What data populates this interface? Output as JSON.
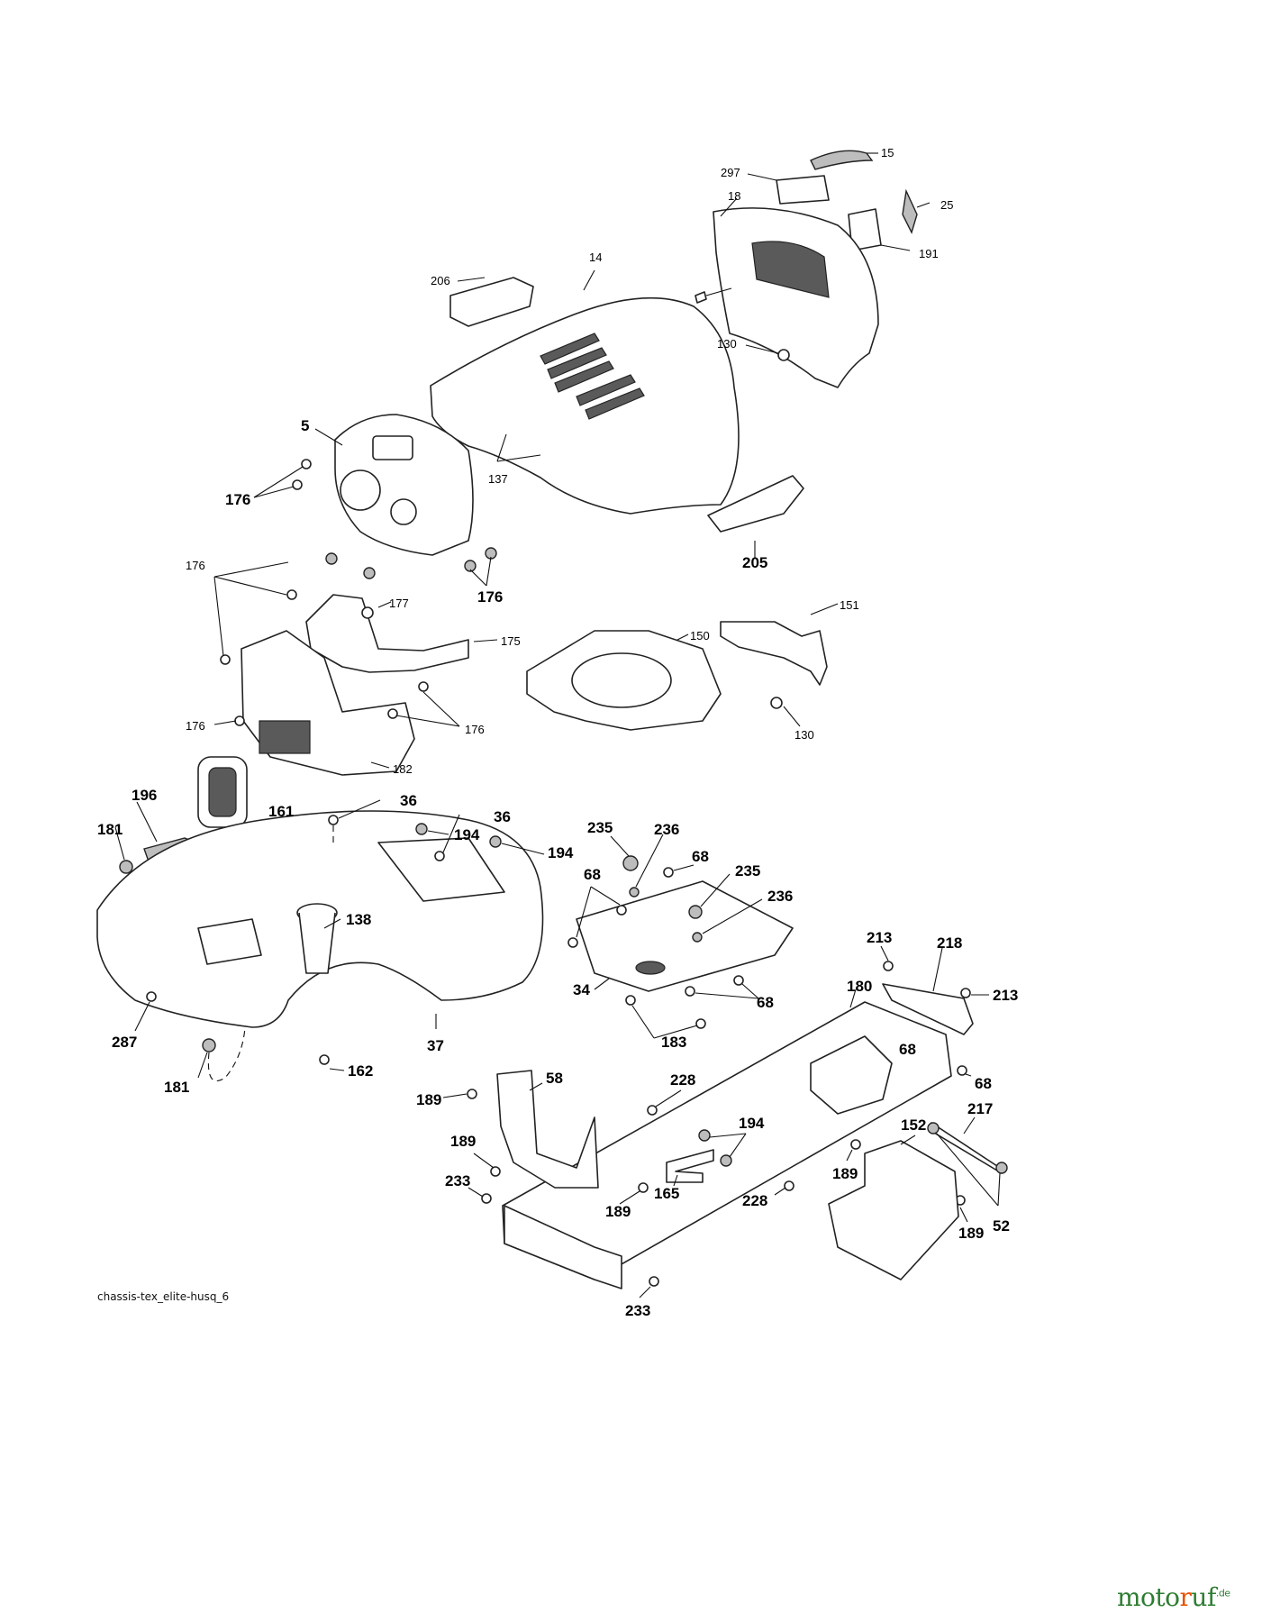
{
  "callouts": [
    {
      "text": "15"
    },
    {
      "text": "297"
    },
    {
      "text": "18"
    },
    {
      "text": "25"
    },
    {
      "text": "191"
    },
    {
      "text": "14"
    },
    {
      "text": "206"
    },
    {
      "text": "130"
    },
    {
      "text": "5"
    },
    {
      "text": "176"
    },
    {
      "text": "137"
    },
    {
      "text": "205"
    },
    {
      "text": "176"
    },
    {
      "text": "176"
    },
    {
      "text": "177"
    },
    {
      "text": "175"
    },
    {
      "text": "150"
    },
    {
      "text": "151"
    },
    {
      "text": "130"
    },
    {
      "text": "176"
    },
    {
      "text": "176"
    },
    {
      "text": "182"
    },
    {
      "text": "196"
    },
    {
      "text": "161"
    },
    {
      "text": "36"
    },
    {
      "text": "181"
    },
    {
      "text": "194"
    },
    {
      "text": "36"
    },
    {
      "text": "194"
    },
    {
      "text": "138"
    },
    {
      "text": "235"
    },
    {
      "text": "236"
    },
    {
      "text": "68"
    },
    {
      "text": "68"
    },
    {
      "text": "235"
    },
    {
      "text": "236"
    },
    {
      "text": "34"
    },
    {
      "text": "68"
    },
    {
      "text": "183"
    },
    {
      "text": "213"
    },
    {
      "text": "218"
    },
    {
      "text": "213"
    },
    {
      "text": "180"
    },
    {
      "text": "68"
    },
    {
      "text": "68"
    },
    {
      "text": "287"
    },
    {
      "text": "181"
    },
    {
      "text": "162"
    },
    {
      "text": "37"
    },
    {
      "text": "58"
    },
    {
      "text": "228"
    },
    {
      "text": "189"
    },
    {
      "text": "194"
    },
    {
      "text": "152"
    },
    {
      "text": "217"
    },
    {
      "text": "189"
    },
    {
      "text": "233"
    },
    {
      "text": "189"
    },
    {
      "text": "165"
    },
    {
      "text": "228"
    },
    {
      "text": "189"
    },
    {
      "text": "189"
    },
    {
      "text": "52"
    },
    {
      "text": "233"
    }
  ],
  "diagram_id": "chassis-tex_elite-husq_6",
  "watermark": {
    "prefix": "moto",
    "accent": "r",
    "suffix": "uf",
    "tld": ".de"
  },
  "colors": {
    "line": "#222222",
    "shade": "#bdbdbd",
    "watermark_green": "#2e7d32",
    "watermark_orange": "#e65100"
  }
}
